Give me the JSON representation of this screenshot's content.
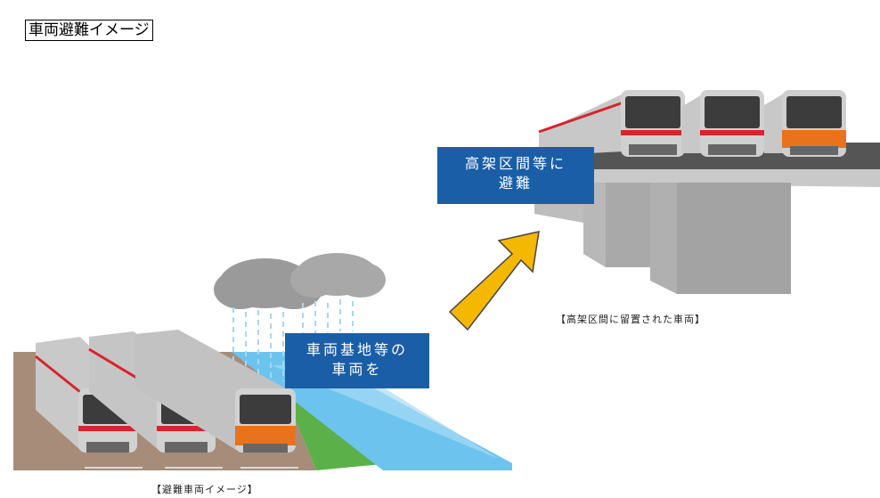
{
  "title": "車両避難イメージ",
  "labels": {
    "elevated": "高架区間等に\n避難",
    "depot": "車両基地等の\n車両を"
  },
  "captions": {
    "elevated": "【高架区間に留置された車両】",
    "evacuation": "【避難車両イメージ】"
  },
  "colors": {
    "label_box": "#1a5ea8",
    "arrow": "#f5b800",
    "train_red_band": "#d8242c",
    "train_orange": "#e8731c",
    "viaduct": "#bcbcbc",
    "ground": "#a88c7a",
    "water": "#6cc4ee",
    "grass": "#5bb04a",
    "rain_cloud": "#9a9a9a"
  }
}
